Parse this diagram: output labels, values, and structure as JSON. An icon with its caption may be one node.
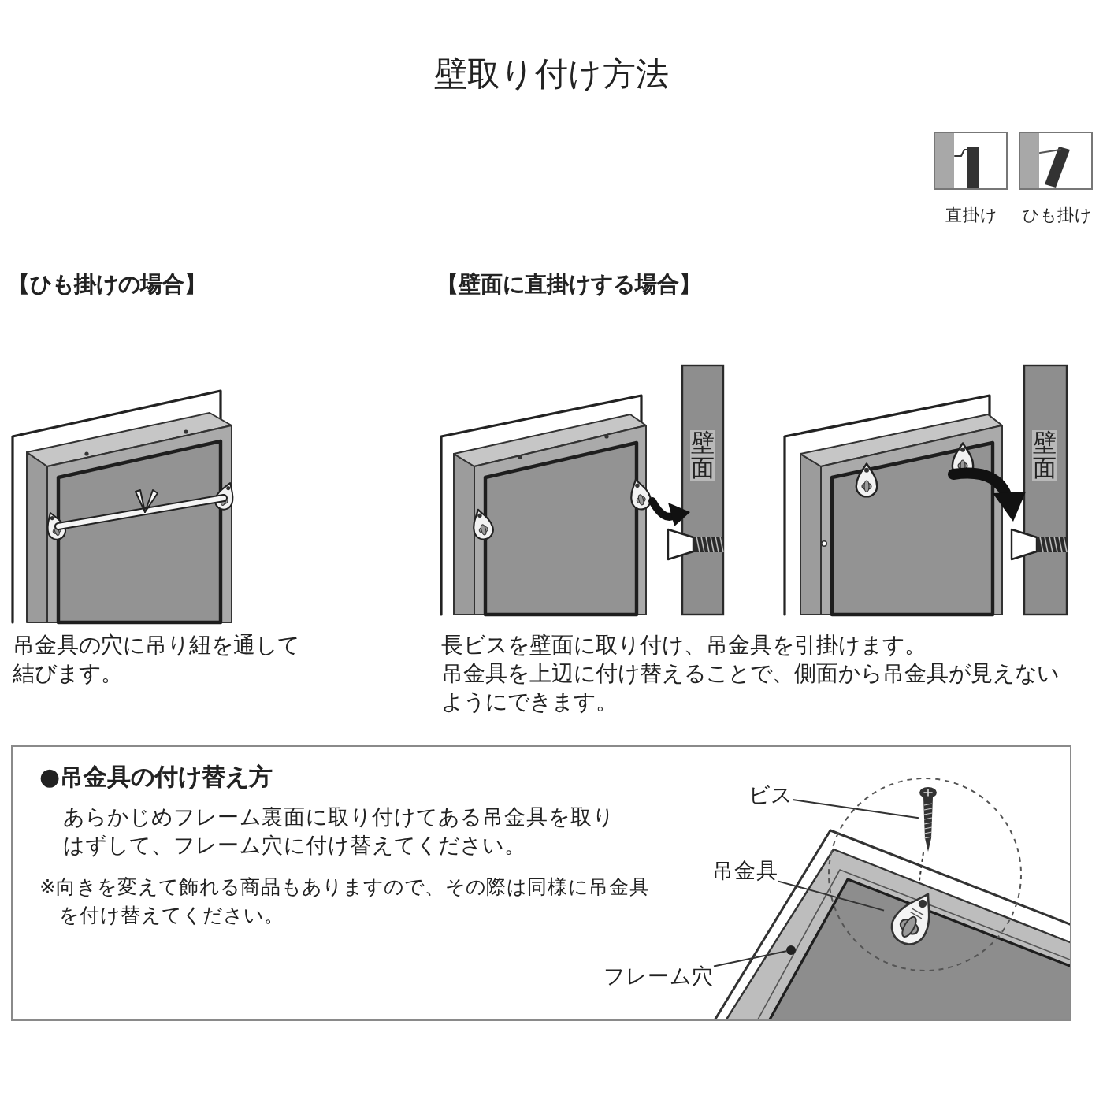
{
  "diagram": {
    "title": "壁取り付け方法",
    "nodes": [
      {
        "text": [
          "●吊金具の付け替え方",
          "あらかじめフレーム裏面に取り付けてある吊金具を取りはずして、フレーム穴に付け替えてください。",
          "※向きを変えて飾れる商品もありますので、その際は同様に吊金具を付け替えてください。"
        ]
      },
      {
        "text": [
          "ビス"
        ],
        "in": 0
      },
      {
        "text": [],
        "shape": "picture",
        "in": 0
      },
      {
        "text": [
          "吊金具"
        ],
        "in": 0
      },
      {
        "text": [],
        "shape": "picture",
        "in": 0
      },
      {
        "text": [
          "フレーム穴"
        ],
        "in": 0
      },
      {
        "text": [],
        "shape": "circle",
        "in": 0
      }
    ],
    "edges": [
      {
        "from": 1,
        "to": 2,
        "arrow": "none"
      },
      {
        "from": 2,
        "to": 4,
        "arrow": "none",
        "style": "dashed"
      },
      {
        "from": 3,
        "to": 4,
        "arrow": "none"
      },
      {
        "from": 5,
        "to": 6,
        "arrow": "none"
      }
    ],
    "labels": [
      "直掛け",
      "ひも掛け",
      "【ひも掛けの場合】",
      "【壁面に直掛けする場合】",
      "壁面",
      "壁面",
      "吊金具の穴に吊り紐を通して結びます。",
      "長ビスを壁面に取り付け、吊金具を引掛けます。",
      "吊金具を上辺に付け替えることで、側面から吊金具が見えないようにできます。"
    ]
  }
}
